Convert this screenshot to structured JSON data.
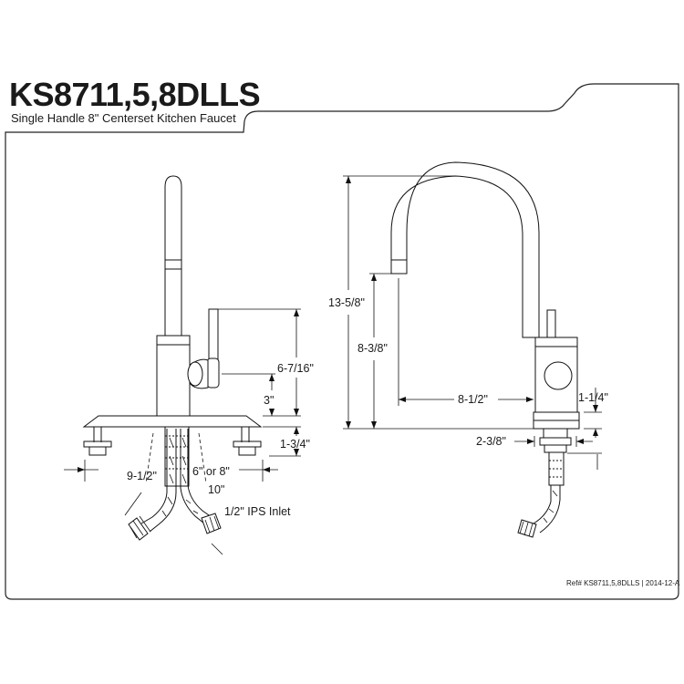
{
  "header": {
    "model": "KS8711,5,8DLLS",
    "description": "Single Handle 8\" Centerset Kitchen Faucet"
  },
  "side_view": {
    "dims": {
      "handle_height": "6-7/16\"",
      "spout_lever": "3\"",
      "deck_thickness": "1-3/4\"",
      "overall_width": "9-1/2\"",
      "centers": "6\" or 8\"",
      "plate_width": "10\"",
      "inlet": "1/2\" IPS Inlet"
    }
  },
  "front_view": {
    "dims": {
      "overall_height": "13-5/8\"",
      "spout_height": "8-3/8\"",
      "reach": "8-1/2\"",
      "base_height": "1-1/4\"",
      "base_diameter": "2-3/8\""
    }
  },
  "footer": {
    "ref": "Ref# KS8711,5,8DLLS | 2014-12-A"
  }
}
